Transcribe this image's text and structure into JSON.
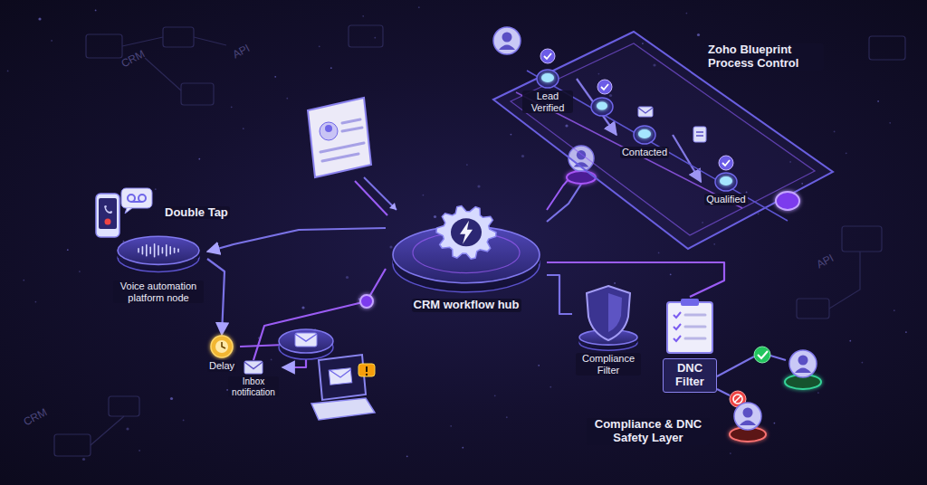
{
  "diagram": {
    "nodes": [
      {
        "text": [
          "Zoho Blueprint Process Control"
        ]
      },
      {
        "text": [
          "Lead Verified"
        ],
        "in": 0
      },
      {
        "text": [
          "Contacted"
        ],
        "in": 0
      },
      {
        "text": [
          "Qualified"
        ],
        "in": 0
      },
      {
        "text": [
          "Double Tap"
        ]
      },
      {
        "text": [
          "Voice automation platform node"
        ]
      },
      {
        "text": [
          "Delay"
        ]
      },
      {
        "text": [
          "Inbox notification"
        ]
      },
      {
        "text": [
          "CRM workflow hub"
        ]
      },
      {
        "text": [
          "Compliance Filter"
        ]
      },
      {
        "text": [
          "DNC Filter"
        ]
      }
    ],
    "edges": [
      {
        "from": 8,
        "to": 5,
        "arrow": "to"
      },
      {
        "from": 5,
        "to": 6,
        "arrow": "to"
      },
      {
        "from": 6,
        "to": 7,
        "arrow": "to"
      },
      {
        "from": 7,
        "to": 8,
        "arrow": "none"
      },
      {
        "from": 8,
        "to": 0,
        "arrow": "none"
      },
      {
        "from": 1,
        "to": 2,
        "arrow": "to"
      },
      {
        "from": 2,
        "to": 3,
        "arrow": "to"
      },
      {
        "from": 8,
        "to": 9,
        "arrow": "none"
      },
      {
        "from": 8,
        "to": 10,
        "arrow": "none"
      }
    ],
    "labels": [
      "Compliance & DNC Safety Layer",
      "CRM",
      "API",
      "API",
      "CRM"
    ]
  }
}
